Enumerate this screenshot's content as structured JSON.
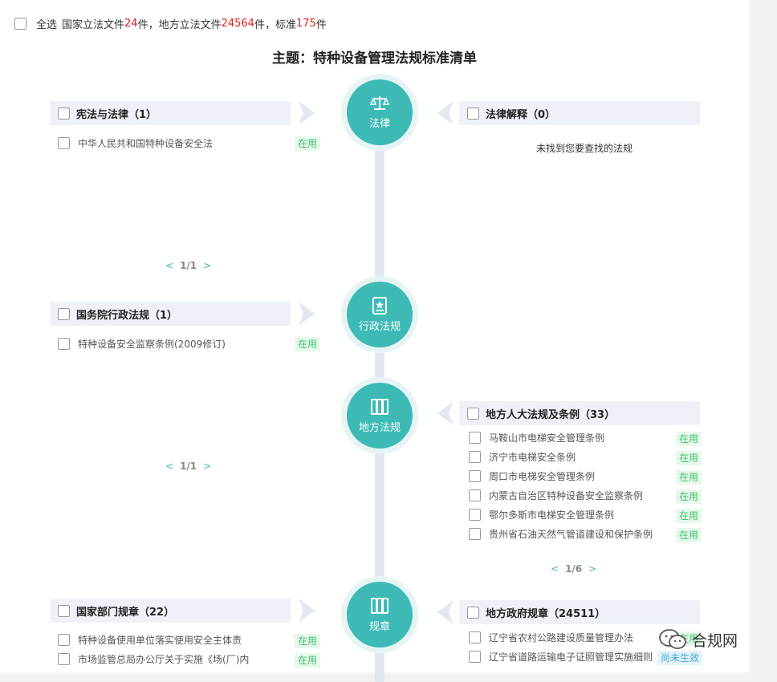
{
  "header": {
    "select_all": "全选",
    "national_prefix": "国家立法文件",
    "national_count": "24",
    "local_prefix": "件，地方立法文件",
    "local_count": "24564",
    "standard_prefix": "件，标准",
    "standard_count": "175",
    "suffix": "件"
  },
  "title": "主题：特种设备管理法规标准清单",
  "nodes": {
    "law": "法律",
    "admin": "行政法规",
    "local": "地方法规",
    "rule": "规章"
  },
  "sections": {
    "constitution": {
      "label": "宪法与法律（1）",
      "items": [
        {
          "name": "中华人民共和国特种设备安全法",
          "status": "在用"
        }
      ],
      "pager": {
        "prev": "<",
        "page": "1/1",
        "next": ">"
      }
    },
    "interpretation": {
      "label": "法律解释（0）",
      "empty": "未找到您要查找的法规"
    },
    "state_council": {
      "label": "国务院行政法规（1）",
      "items": [
        {
          "name": "特种设备安全监察条例(2009修订)",
          "status": "在用"
        }
      ]
    },
    "local_left": {
      "pager": {
        "prev": "<",
        "page": "1/1",
        "next": ">"
      }
    },
    "local_congress": {
      "label": "地方人大法规及条例（33）",
      "items": [
        {
          "name": "马鞍山市电梯安全管理条例",
          "status": "在用"
        },
        {
          "name": "济宁市电梯安全条例",
          "status": "在用"
        },
        {
          "name": "周口市电梯安全管理条例",
          "status": "在用"
        },
        {
          "name": "内蒙古自治区特种设备安全监察条例",
          "status": "在用"
        },
        {
          "name": "鄂尔多斯市电梯安全管理条例",
          "status": "在用"
        },
        {
          "name": "贵州省石油天然气管道建设和保护条例",
          "status": "在用"
        }
      ],
      "pager": {
        "prev": "<",
        "page": "1/6",
        "next": ">"
      }
    },
    "ministry": {
      "label": "国家部门规章（22）",
      "items": [
        {
          "name": "特种设备使用单位落实使用安全主体责",
          "status": "在用"
        },
        {
          "name": "市场监管总局办公厅关于实施《场(厂)内",
          "status": "在用"
        }
      ]
    },
    "local_gov": {
      "label": "地方政府规章（24511）",
      "items": [
        {
          "name": "辽宁省农村公路建设质量管理办法",
          "status": "在用"
        },
        {
          "name": "辽宁省道路运输电子证照管理实施细则",
          "status": "尚未生效"
        }
      ]
    }
  },
  "watermark": "合规网",
  "colors": {
    "accent": "#3dbab6",
    "red": "#e02020",
    "ok": "#3fbf6a"
  }
}
